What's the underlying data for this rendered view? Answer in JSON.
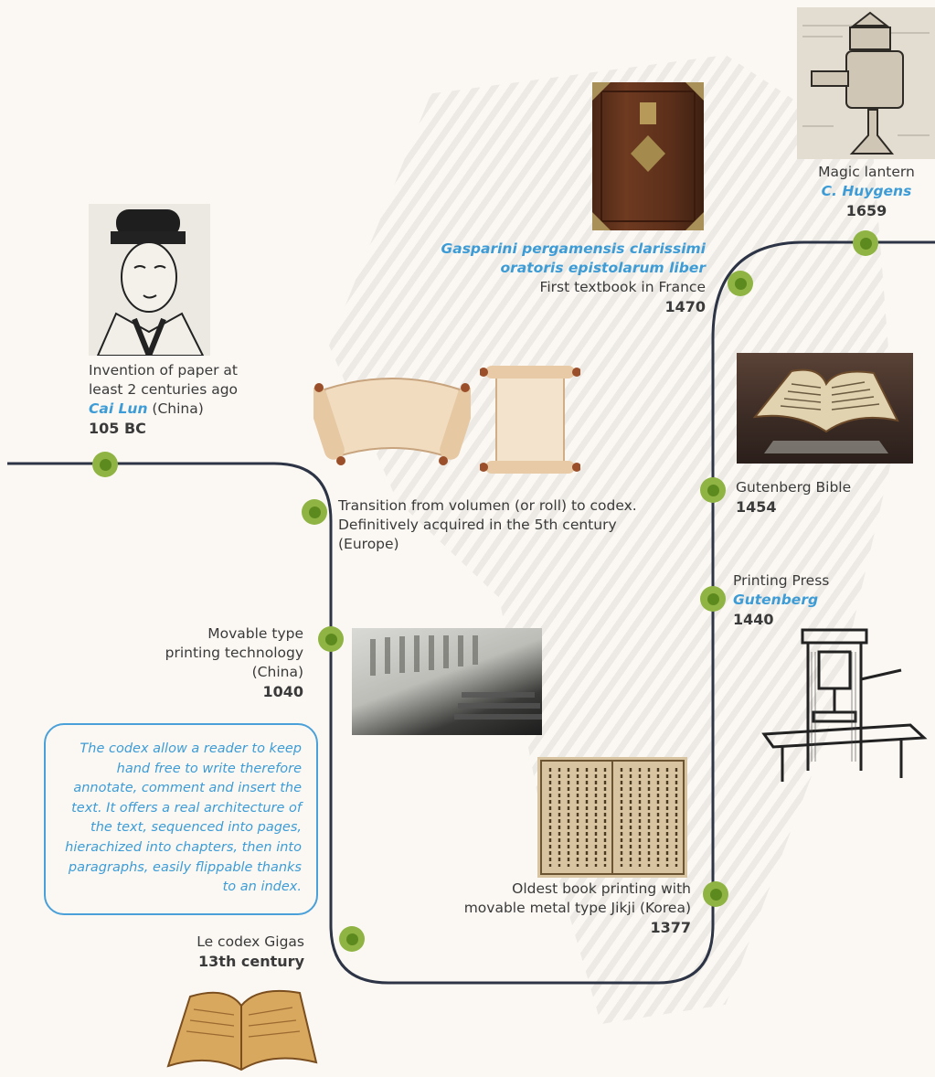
{
  "events": {
    "paper": {
      "text1": "Invention of paper at",
      "text2": "least 2 centuries ago",
      "person": "Cai Lun",
      "place": " (China)",
      "year": "105 BC"
    },
    "codex": {
      "text1": "Transition from volumen (or roll) to codex.",
      "text2": "Definitively acquired in the 5th century",
      "text3": "(Europe)"
    },
    "movable": {
      "text1": "Movable type",
      "text2": "printing technology",
      "text3": "(China)",
      "year": "1040"
    },
    "gigas": {
      "text1": "Le codex Gigas",
      "year": "13th century"
    },
    "jikji": {
      "text1": "Oldest  book printing with",
      "text2": "movable  metal type Jikji (Korea)",
      "year": "1377"
    },
    "press": {
      "text1": "Printing Press",
      "person": "Gutenberg",
      "year": "1440"
    },
    "bible": {
      "text1": "Gutenberg Bible",
      "year": "1454"
    },
    "textbook": {
      "title1": "Gasparini pergamensis clarissimi",
      "title2": "oratoris epistolarum liber",
      "text1": "First textbook in France",
      "year": "1470"
    },
    "lantern": {
      "text1": "Magic lantern",
      "person": "C. Huygens",
      "year": "1659"
    }
  },
  "note": {
    "lines": [
      "The codex allow a reader to keep",
      "hand free to write therefore",
      "annotate, comment and insert the",
      "text. It offers a real architecture of",
      "the text, sequenced into pages,",
      "hierachized into chapters, then into",
      "paragraphs, easily flippable thanks",
      "to an index."
    ]
  },
  "colors": {
    "line": "#2c3445",
    "node_outer": "#8fb443",
    "node_inner": "#5d8a1f",
    "accent": "#3d9cd6"
  }
}
